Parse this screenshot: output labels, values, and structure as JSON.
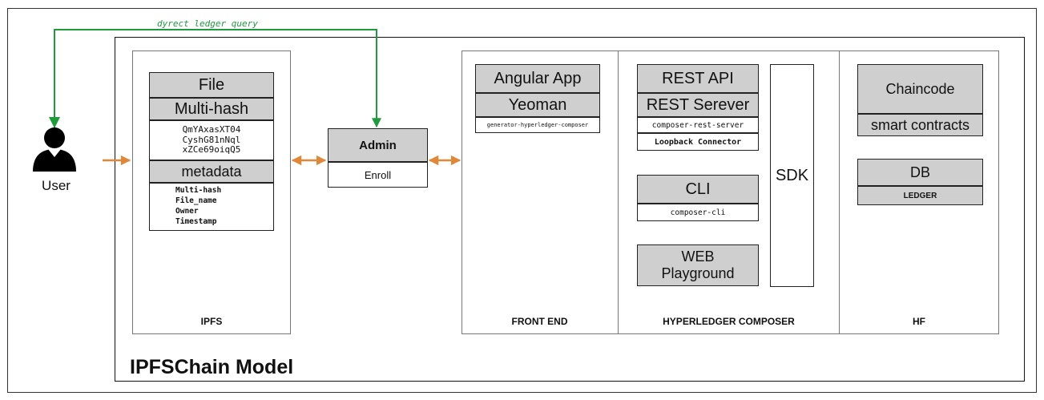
{
  "user": {
    "label": "User"
  },
  "query_label": "dyrect ledger query",
  "model_title": "IPFSChain Model",
  "ipfs": {
    "title": "IPFS",
    "file": "File",
    "multihash": "Multi-hash",
    "hash_lines": [
      "QmYAxasXT04",
      "CyshG81nNql",
      "xZCe69oiqQ5"
    ],
    "metadata": "metadata",
    "meta_fields": [
      "Multi-hash",
      "File_name",
      "Owner",
      "Timestamp"
    ]
  },
  "admin": {
    "title": "Admin",
    "enroll": "Enroll"
  },
  "frontend": {
    "title": "FRONT END",
    "angular": "Angular App",
    "yeoman": "Yeoman",
    "generator": "generator-hyperledger-composer"
  },
  "composer": {
    "title": "HYPERLEDGER COMPOSER",
    "rest_api": "REST API",
    "rest_server": "REST Serever",
    "rest_server_pkg": "composer-rest-server",
    "loopback": "Loopback Connector",
    "cli": "CLI",
    "cli_pkg": "composer-cli",
    "web": "WEB",
    "playground": "Playground",
    "sdk": "SDK"
  },
  "hf": {
    "title": "HF",
    "chaincode": "Chaincode",
    "smart_contracts": "smart contracts",
    "db": "DB",
    "ledger": "LEDGER"
  },
  "colors": {
    "arrow_orange": "#e0883a",
    "query_green": "#1f9a3c",
    "box_gray": "#cfcfcf"
  }
}
